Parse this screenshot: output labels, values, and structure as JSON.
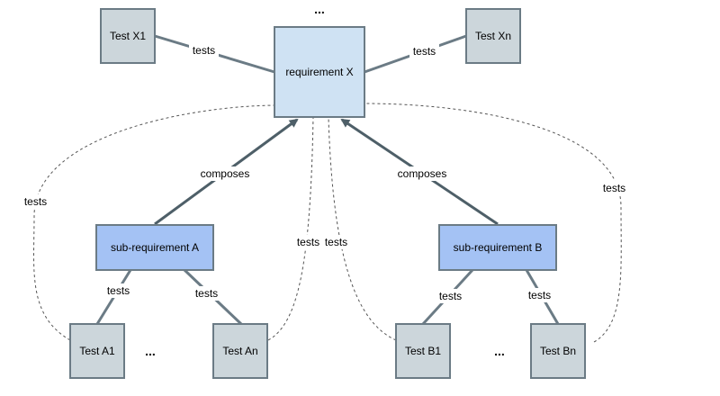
{
  "diagram": {
    "nodes": {
      "requirement_x": "requirement X",
      "test_x1": "Test X1",
      "test_xn": "Test Xn",
      "sub_req_a": "sub-requirement A",
      "sub_req_b": "sub-requirement B",
      "test_a1": "Test A1",
      "test_an": "Test An",
      "test_b1": "Test B1",
      "test_bn": "Test Bn"
    },
    "edge_labels": {
      "tests": "tests",
      "composes": "composes"
    },
    "ellipsis": "..."
  },
  "colors": {
    "requirement_fill": "#cfe2f3",
    "sub_requirement_fill": "#a4c2f4",
    "test_fill": "#ccd6db",
    "box_stroke": "#6b7b85",
    "edge_stroke": "#6b7b85",
    "composes_stroke": "#4e5f68"
  }
}
